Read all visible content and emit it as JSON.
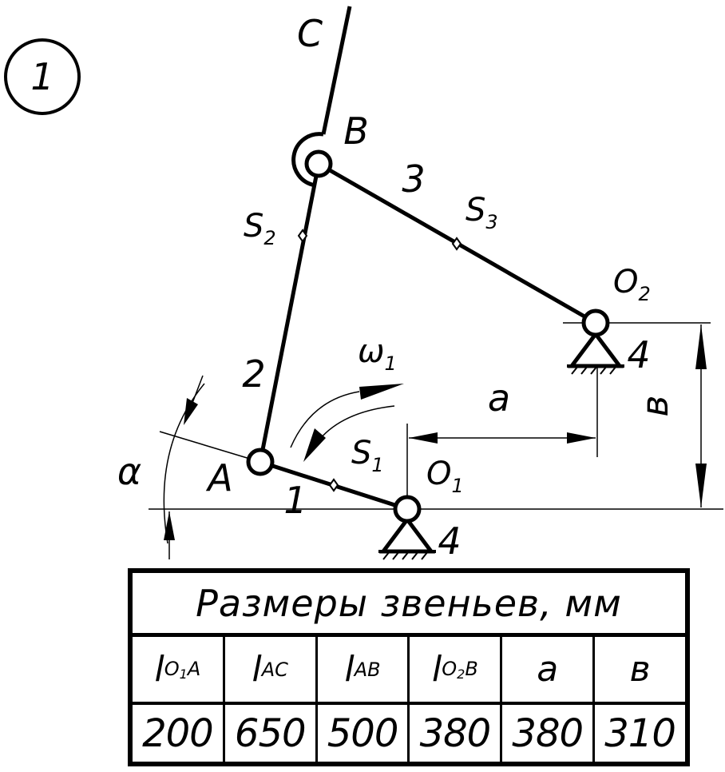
{
  "figure": {
    "number": "1",
    "labels": {
      "C": "C",
      "B": "B",
      "A": "A",
      "link1": "1",
      "link2": "2",
      "link3": "3",
      "O1": "O",
      "O1_sub": "1",
      "O2": "O",
      "O2_sub": "2",
      "S1": "S",
      "S1_sub": "1",
      "S2": "S",
      "S2_sub": "2",
      "S3": "S",
      "S3_sub": "3",
      "omega": "ω",
      "omega_sub": "1",
      "alpha": "α",
      "dim_a": "a",
      "dim_b": "в",
      "ground_left": "4",
      "ground_right": "4"
    }
  },
  "table": {
    "title": "Размеры звеньев, мм",
    "headers": [
      {
        "main": "l",
        "sub": "O",
        "subsub": "1",
        "tail": "A"
      },
      {
        "main": "l",
        "sub": "AC",
        "subsub": "",
        "tail": ""
      },
      {
        "main": "l",
        "sub": "AB",
        "subsub": "",
        "tail": ""
      },
      {
        "main": "l",
        "sub": "O",
        "subsub": "2",
        "tail": "B"
      },
      {
        "main": "a",
        "sub": "",
        "subsub": "",
        "tail": ""
      },
      {
        "main": "в",
        "sub": "",
        "subsub": "",
        "tail": ""
      }
    ],
    "values": [
      "200",
      "650",
      "500",
      "380",
      "380",
      "310"
    ]
  }
}
